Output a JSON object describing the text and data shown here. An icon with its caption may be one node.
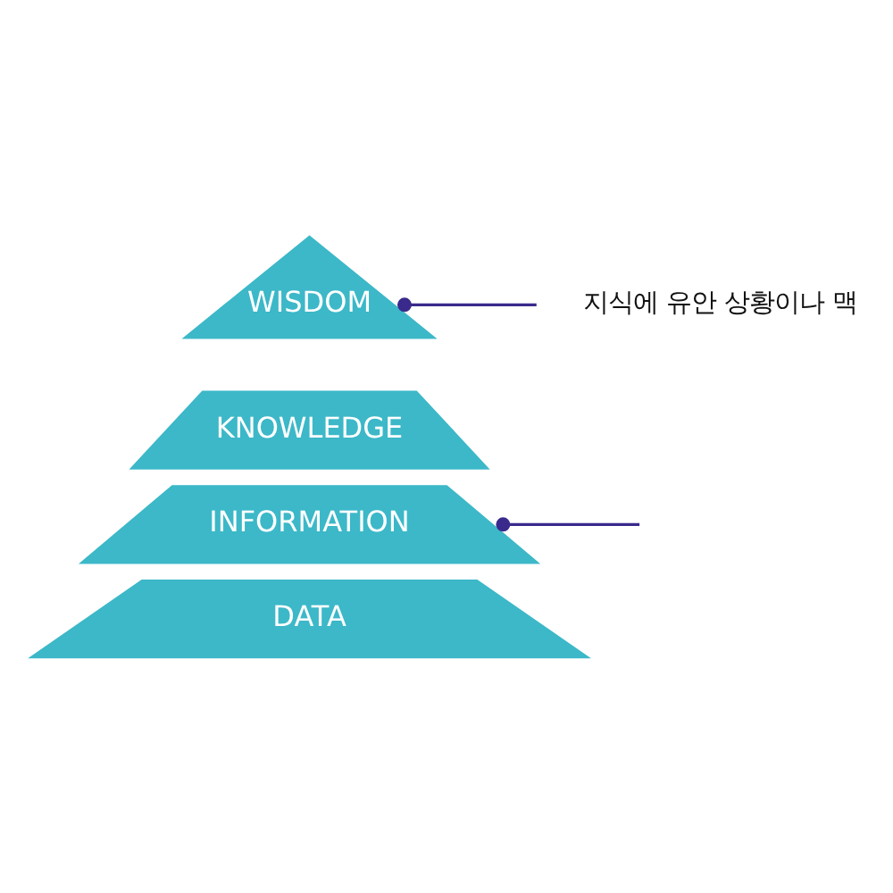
{
  "diagram": {
    "nodes": [
      {
        "text": [
          "WISDOM"
        ]
      },
      {
        "text": [
          "KNOWLEDGE"
        ]
      },
      {
        "text": [
          "INFORMATION"
        ]
      },
      {
        "text": [
          "DATA"
        ]
      }
    ],
    "edges": [
      {
        "from": 0,
        "to": null,
        "arrow": "other",
        "color": "#3a2a8c"
      },
      {
        "from": 2,
        "to": null,
        "arrow": "other",
        "color": "#3a2a8c"
      }
    ],
    "labels": [
      "지식에 유안 상황이나 맥"
    ]
  }
}
